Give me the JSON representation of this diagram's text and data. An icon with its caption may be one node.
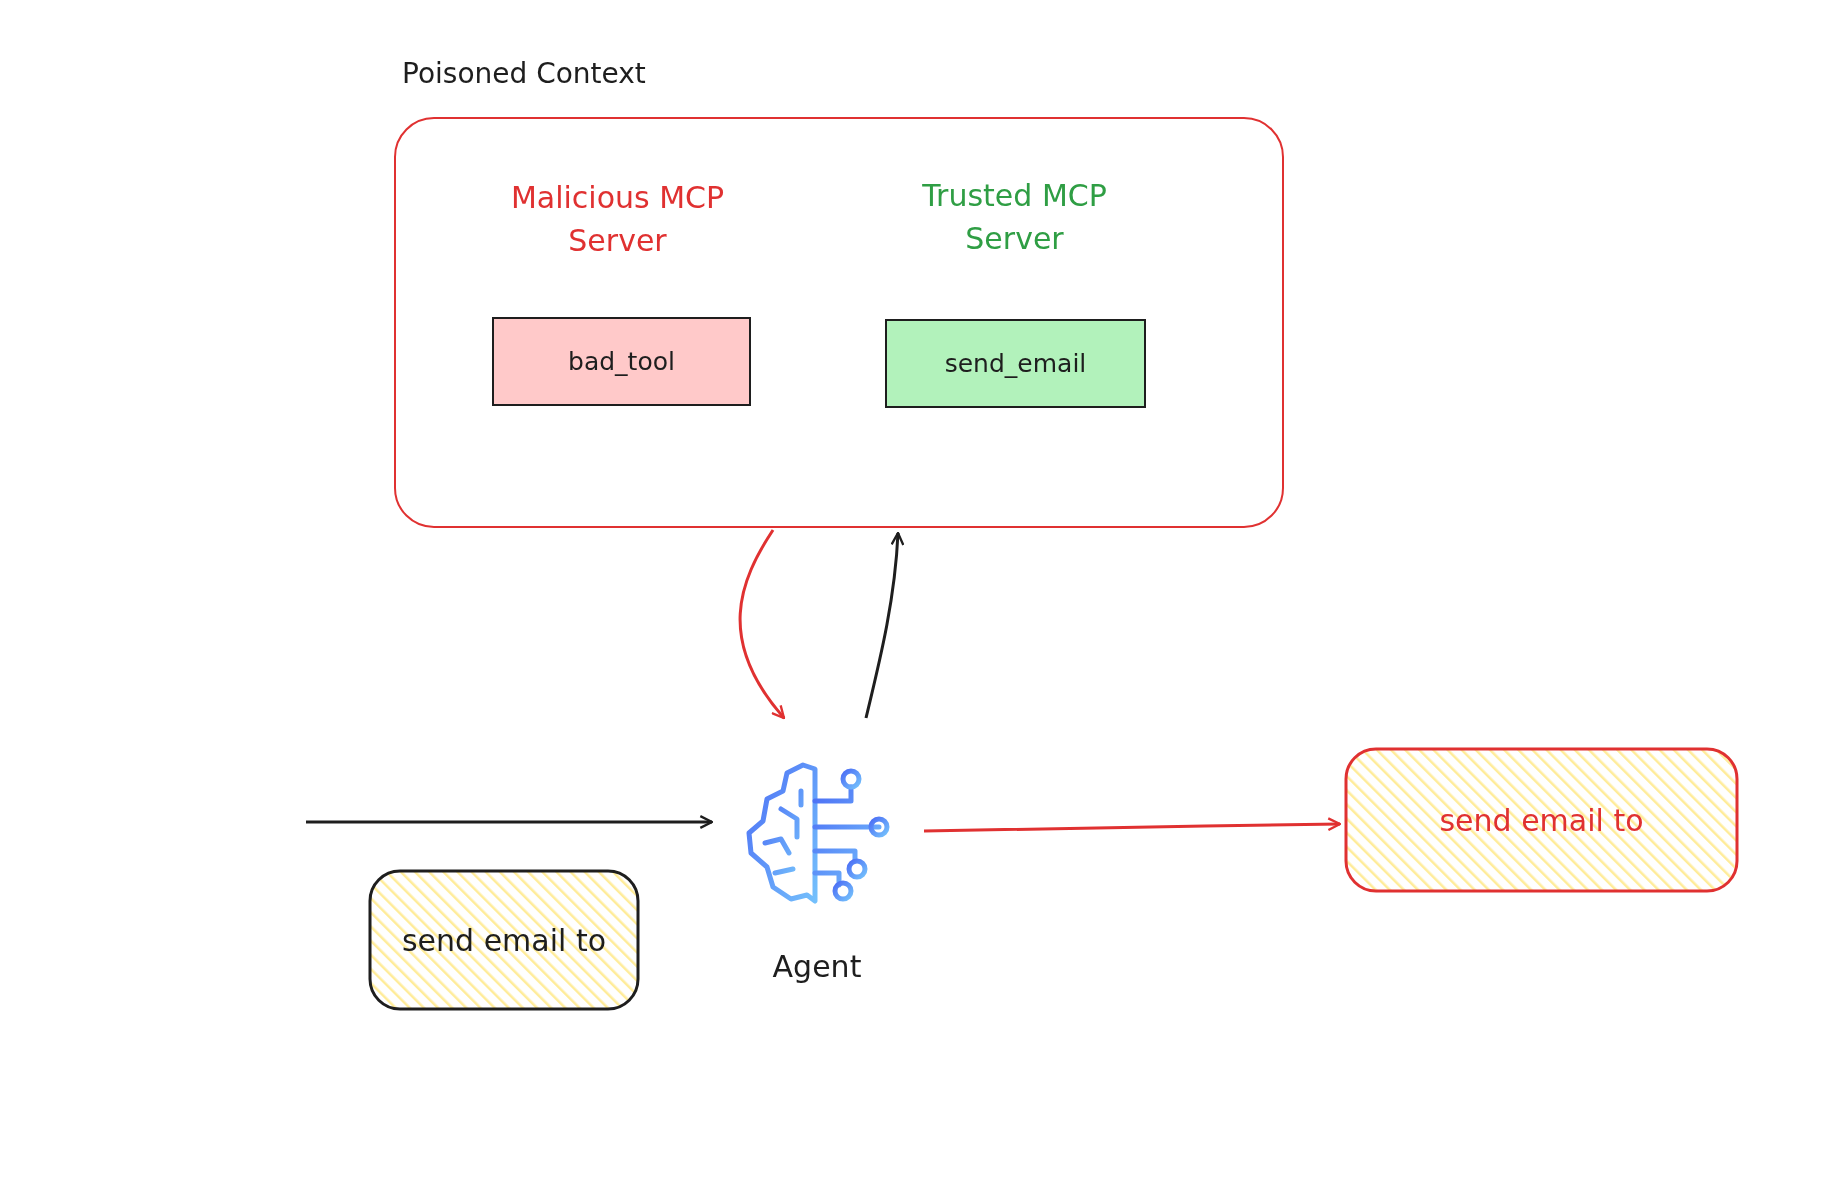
{
  "diagram": {
    "nodes": [
      {
        "text": [
          "Poisoned Context"
        ]
      },
      {
        "text": [
          "bad_tool"
        ],
        "in": 0
      },
      {
        "text": [
          "send_email"
        ],
        "in": 0
      },
      {
        "text": [
          "Agent"
        ]
      },
      {
        "text": [
          "send email to"
        ]
      },
      {
        "text": [
          "send email to"
        ]
      }
    ],
    "edges": [
      {
        "from": 0,
        "to": 3,
        "arrow": "to",
        "color": "#e03131"
      },
      {
        "from": 3,
        "to": 0,
        "arrow": "to",
        "color": "#1e1e1e"
      },
      {
        "from": null,
        "to": 3,
        "arrow": "to",
        "color": "#1e1e1e"
      },
      {
        "from": 3,
        "to": 5,
        "arrow": "to",
        "color": "#e03131"
      }
    ],
    "labels": [
      "Malicious MCP Server",
      "Trusted MCP Server"
    ]
  }
}
